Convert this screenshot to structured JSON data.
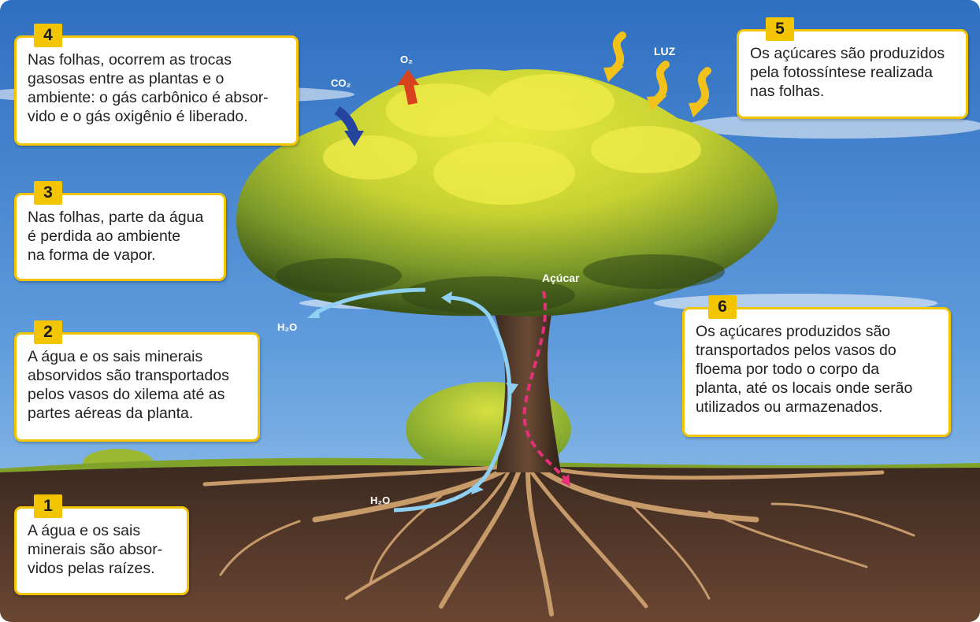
{
  "colors": {
    "sky_top": "#3a78c4",
    "sky_bottom": "#9ec8ec",
    "soil": "#4a3024",
    "foliage_light": "#e6e43c",
    "foliage_dark": "#3f5a1c",
    "callout_border": "#f2c500",
    "water_arrow": "#8fd0f2",
    "sugar_arrow": "#e8307a",
    "co2_arrow": "#24449e",
    "o2_arrow": "#d9421e",
    "light_arrow": "#f2c21a"
  },
  "labels": {
    "co2": "CO₂",
    "o2": "O₂",
    "light": "LUZ",
    "water_leaves": "H₂O",
    "water_roots": "H₂O",
    "sugar": "Açúcar"
  },
  "callouts": [
    {
      "number": "1",
      "text": "A água e os sais\nminerais são absor-\nvidos pelas raízes."
    },
    {
      "number": "2",
      "text": "A água e os sais minerais\nabsorvidos são transportados\npelos vasos do xilema até as\npartes aéreas da planta."
    },
    {
      "number": "3",
      "text": "Nas folhas, parte da água\né perdida ao ambiente\nna forma de vapor."
    },
    {
      "number": "4",
      "text": "Nas folhas, ocorrem as trocas\ngasosas entre as plantas e o\nambiente: o gás carbônico é absor-\nvido e o gás oxigênio é liberado."
    },
    {
      "number": "5",
      "text": "Os açúcares são produzidos\npela fotossíntese realizada\nnas folhas."
    },
    {
      "number": "6",
      "text": "Os açúcares produzidos são\ntransportados pelos vasos do\nfloema por todo o corpo da\nplanta, até os locais onde serão\nutilizados ou armazenados."
    }
  ]
}
